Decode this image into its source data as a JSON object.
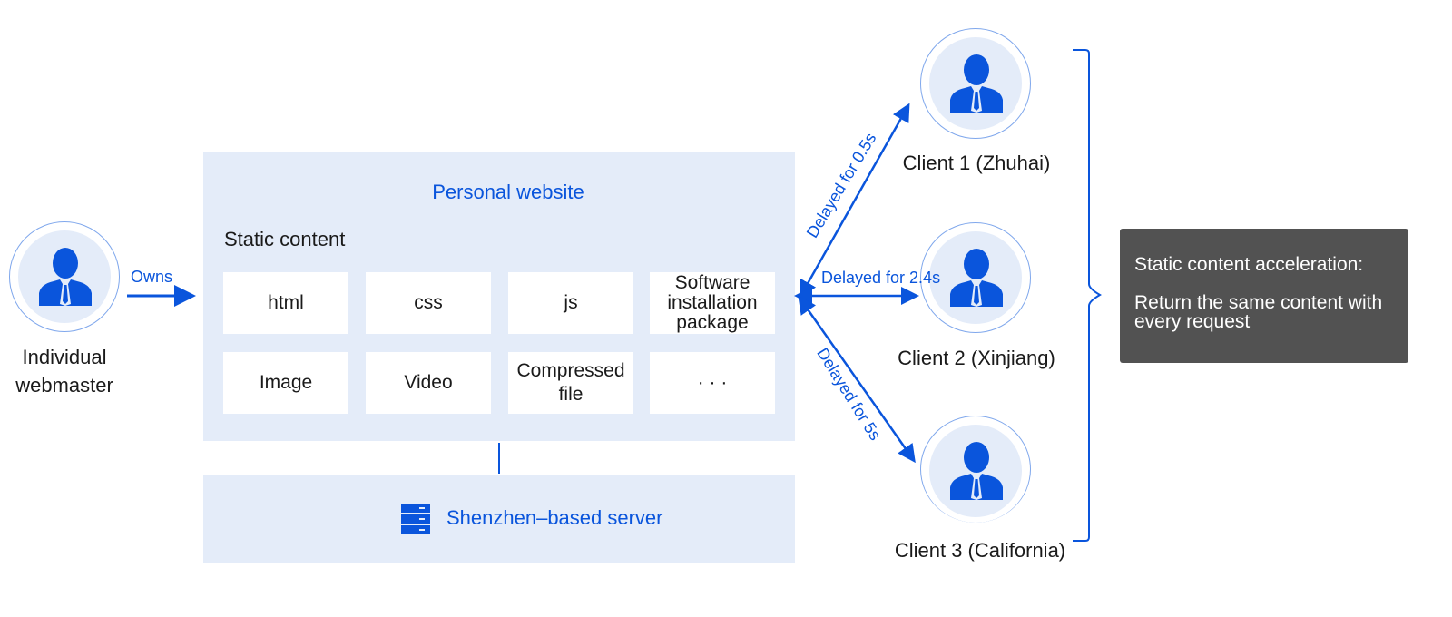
{
  "colors": {
    "accent": "#0a55dc",
    "panel_bg": "#e4ecf9",
    "avatar_ring": "#7fa7ec",
    "note_bg": "#525252",
    "text": "#1a1a1a"
  },
  "webmaster": {
    "icon": "person-icon",
    "label_line1": "Individual",
    "label_line2": "webmaster",
    "owns_label": "Owns"
  },
  "website": {
    "title": "Personal website",
    "section_label": "Static content",
    "tiles": [
      {
        "label": "html"
      },
      {
        "label": "css"
      },
      {
        "label": "js"
      },
      {
        "label": "Software installation package"
      },
      {
        "label": "Image"
      },
      {
        "label": "Video"
      },
      {
        "label": "Compressed file"
      },
      {
        "label": "· · ·"
      }
    ]
  },
  "server": {
    "icon": "server-icon",
    "label": "Shenzhen–based server"
  },
  "clients": [
    {
      "label": "Client 1 (Zhuhai)",
      "delay_label": "Delayed for 0.5s",
      "delay_seconds": 0.5
    },
    {
      "label": "Client 2 (Xinjiang)",
      "delay_label": "Delayed for 2.4s",
      "delay_seconds": 2.4
    },
    {
      "label": "Client 3 (California)",
      "delay_label": "Delayed for 5s",
      "delay_seconds": 5
    }
  ],
  "note": {
    "title": "Static content acceleration:",
    "body": "Return the same content with every request"
  }
}
